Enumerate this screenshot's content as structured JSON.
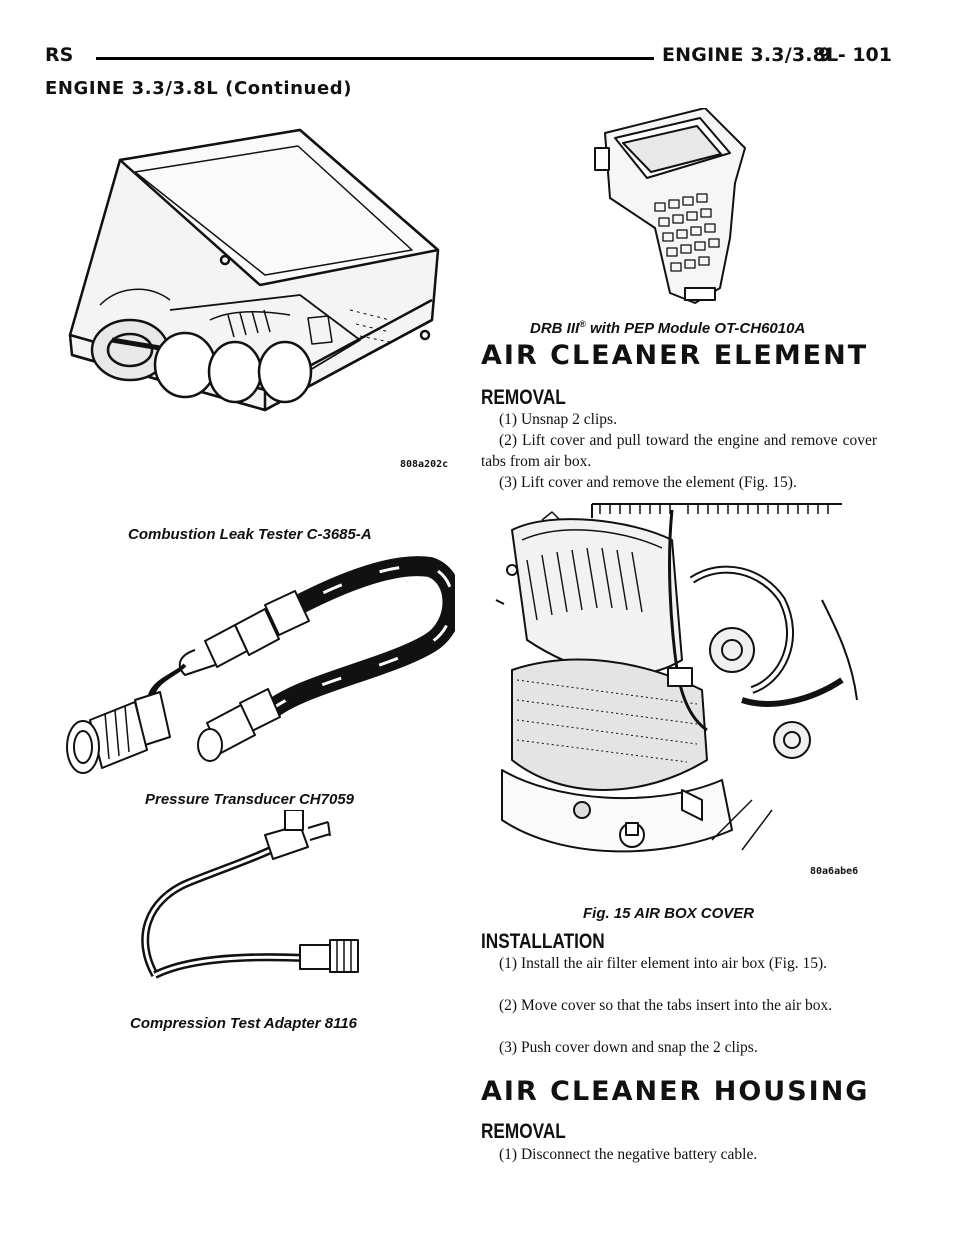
{
  "header": {
    "left": "RS",
    "right_title": "ENGINE 3.3/3.8L",
    "page": "9 - 101"
  },
  "continued_title": "ENGINE 3.3/3.8L (Continued)",
  "figures": {
    "leak_tester": {
      "caption": "Combustion Leak Tester C-3685-A",
      "code": "808a202c"
    },
    "transducer": {
      "caption": "Pressure Transducer CH7059"
    },
    "adapter": {
      "caption": "Compression Test Adapter 8116"
    },
    "drb": {
      "caption_a": "DRB III",
      "caption_b": "with PEP Module OT-CH6010A"
    },
    "airbox": {
      "caption": "Fig. 15 AIR BOX COVER",
      "code": "80a6abe6"
    }
  },
  "section1": {
    "title": "AIR CLEANER ELEMENT",
    "removal": {
      "heading": "REMOVAL",
      "steps": [
        "(1) Unsnap 2 clips.",
        "(2) Lift cover and pull toward the engine and remove cover tabs from air box.",
        "(3) Lift cover and remove the element (Fig. 15)."
      ]
    },
    "installation": {
      "heading": "INSTALLATION",
      "steps": [
        "(1) Install the air filter element into air box (Fig. 15).",
        "(2) Move cover so that the tabs insert into the air box.",
        "(3) Push cover down and snap the 2 clips."
      ]
    }
  },
  "section2": {
    "title": "AIR CLEANER HOUSING",
    "removal": {
      "heading": "REMOVAL",
      "steps": [
        "(1) Disconnect the negative battery cable."
      ]
    }
  }
}
